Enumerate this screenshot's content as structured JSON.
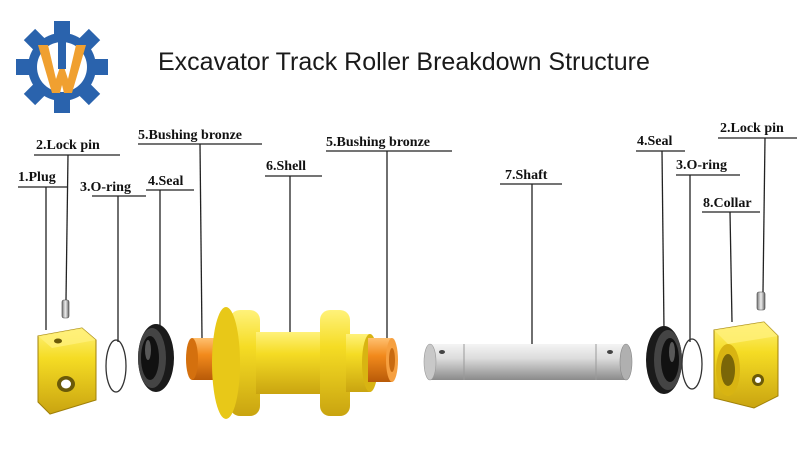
{
  "title": "Excavator Track Roller Breakdown Structure",
  "logo": {
    "name": "gear-w-logo",
    "colors": [
      "#2a63ad",
      "#f0a030"
    ]
  },
  "labels": {
    "plug": "1.Plug",
    "lock_pin_left": "2.Lock pin",
    "o_ring_left": "3.O-ring",
    "seal_left": "4.Seal",
    "bushing_left": "5.Bushing bronze",
    "shell": "6.Shell",
    "bushing_right": "5.Bushing bronze",
    "shaft": "7.Shaft",
    "seal_right": "4.Seal",
    "o_ring_right": "3.O-ring",
    "lock_pin_right": "2.Lock pin",
    "collar": "8.Collar"
  },
  "colors": {
    "part_yellow": "#f2d21c",
    "bronze": "#f08a1c",
    "shaft_gray": "#d8d8d8",
    "seal_black": "#1a1a1a"
  }
}
